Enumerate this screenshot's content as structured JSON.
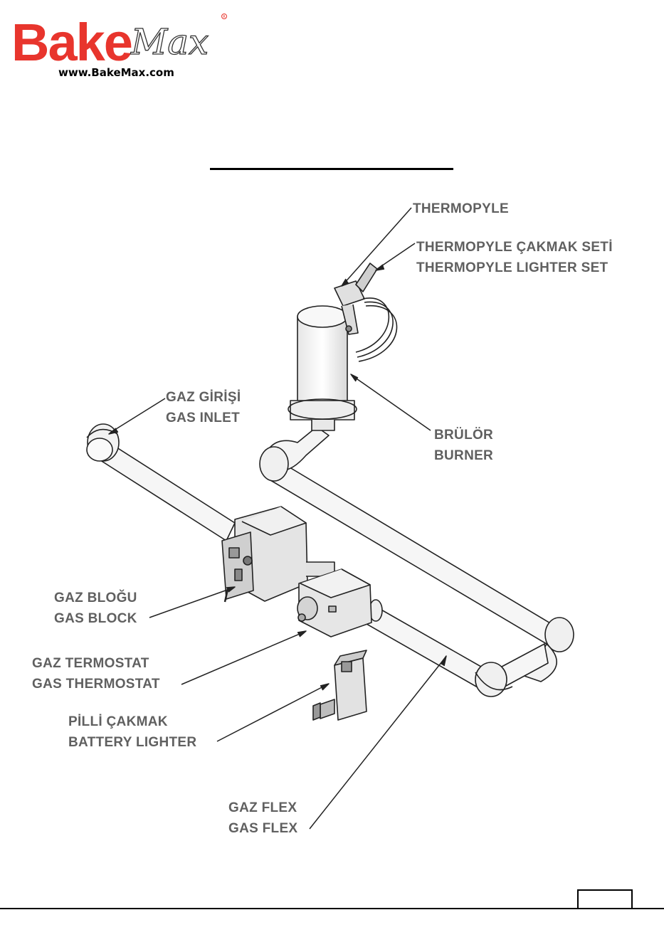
{
  "brand": {
    "logo_text": "BakeMax",
    "url": "www.BakeMax.com",
    "red": "#e8352d"
  },
  "page": {
    "title": "",
    "page_number": ""
  },
  "labels": {
    "thermopyle": {
      "line1": "THERMOPYLE"
    },
    "lighter_set": {
      "line1": "THERMOPYLE ÇAKMAK SETİ",
      "line2": "THERMOPYLE LIGHTER SET"
    },
    "gas_inlet": {
      "line1": "GAZ GİRİŞİ",
      "line2": "GAS INLET"
    },
    "burner": {
      "line1": "BRÜLÖR",
      "line2": "BURNER"
    },
    "gas_block": {
      "line1": "GAZ BLOĞU",
      "line2": "GAS BLOCK"
    },
    "gas_thermostat": {
      "line1": "GAZ TERMOSTAT",
      "line2": "GAS THERMOSTAT"
    },
    "battery_lighter": {
      "line1": "PİLLİ ÇAKMAK",
      "line2": "BATTERY LIGHTER"
    },
    "gas_flex": {
      "line1": "GAZ FLEX",
      "line2": "GAS FLEX"
    }
  },
  "colors": {
    "label_text": "#606060",
    "line": "#222222",
    "pipe_fill": "#f4f4f4"
  }
}
